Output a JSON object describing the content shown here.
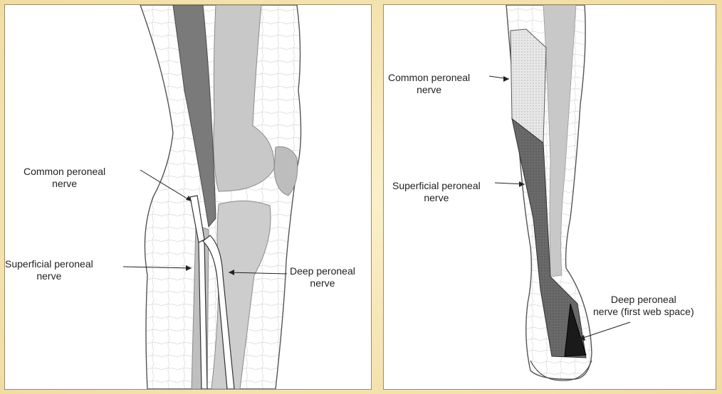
{
  "left_panel": {
    "labels": {
      "common": [
        "Common peroneal",
        "nerve"
      ],
      "superficial": [
        "Superficial peroneal",
        "nerve"
      ],
      "deep": [
        "Deep peroneal",
        "nerve"
      ]
    }
  },
  "right_panel": {
    "labels": {
      "common": [
        "Common peroneal",
        "nerve"
      ],
      "superficial": [
        "Superficial peroneal",
        "nerve"
      ],
      "deep": [
        "Deep peroneal",
        "nerve (first web space)"
      ]
    }
  },
  "colors": {
    "frame": "#f5e6b8",
    "bone": "#c8c8c8",
    "muscle_dark": "#7a7a7a",
    "nerve_fill": "#ffffff",
    "dermatome_light": "#e6e6e6",
    "dermatome_dark": "#6a6a6a",
    "dermatome_black": "#1a1a1a"
  }
}
